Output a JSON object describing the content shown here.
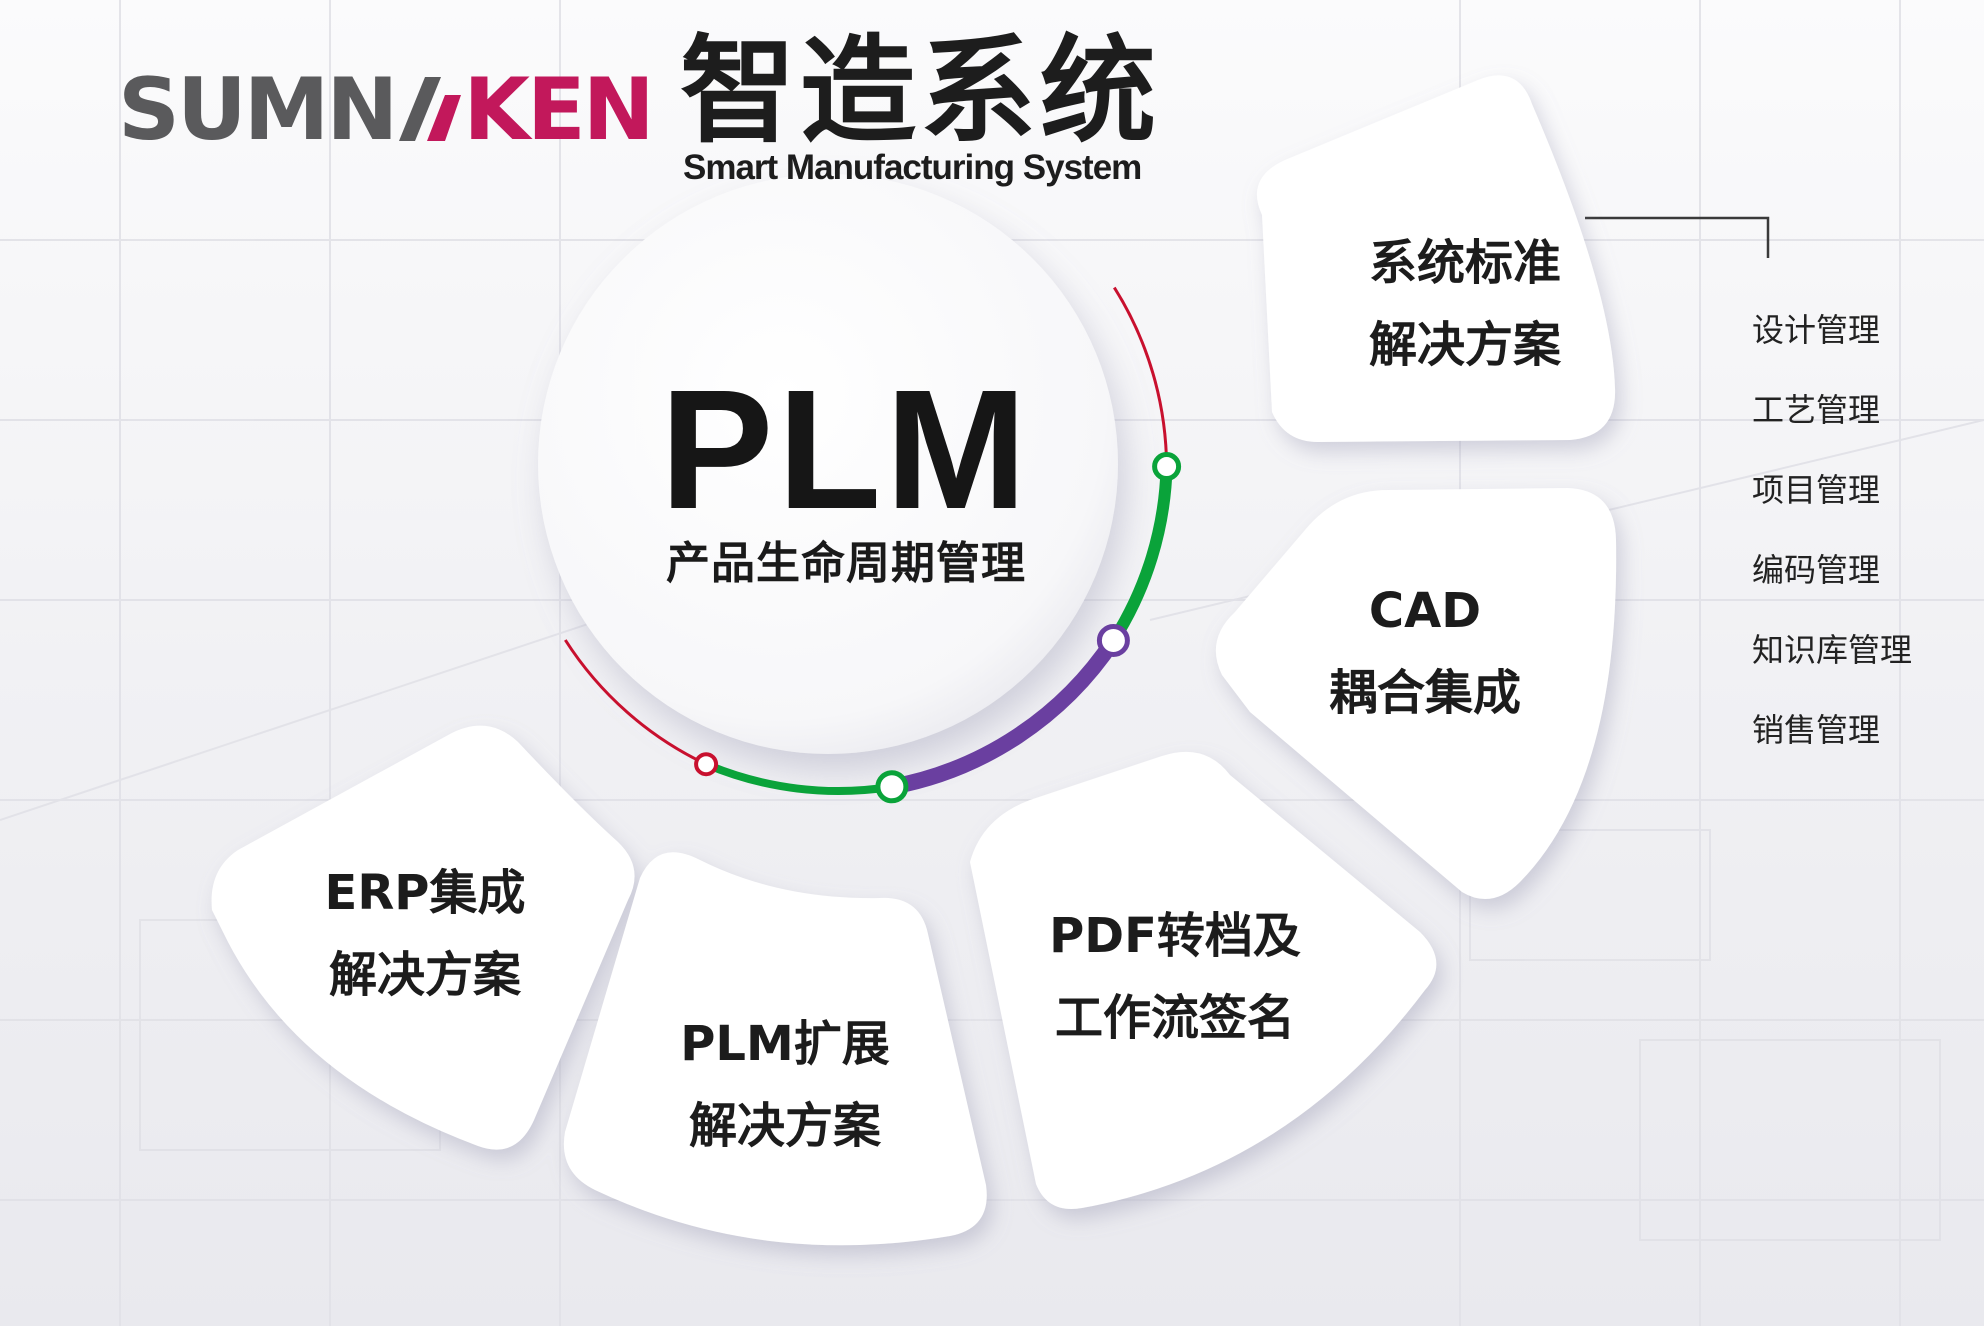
{
  "brand": {
    "logo_part1": "SUMN",
    "logo_part2": "KEN",
    "title_cn": "智造系统",
    "title_en": "Smart Manufacturing System"
  },
  "center": {
    "title": "PLM",
    "subtitle": "产品生命周期管理"
  },
  "petals": [
    {
      "line1": "系统标准",
      "line2": "解决方案"
    },
    {
      "line1": "CAD",
      "line2": "耦合集成"
    },
    {
      "line1": "PDF转档及",
      "line2": "工作流签名"
    },
    {
      "line1": "PLM扩展",
      "line2": "解决方案"
    },
    {
      "line1": "ERP集成",
      "line2": "解决方案"
    }
  ],
  "side_list": [
    "设计管理",
    "工艺管理",
    "项目管理",
    "编码管理",
    "知识库管理",
    "销售管理"
  ],
  "colors": {
    "brand_magenta": "#c2185b",
    "brand_gray": "#5a5a5c",
    "arc_red": "#c8102e",
    "arc_green": "#0aa33a",
    "arc_purple": "#6a3fa0"
  }
}
